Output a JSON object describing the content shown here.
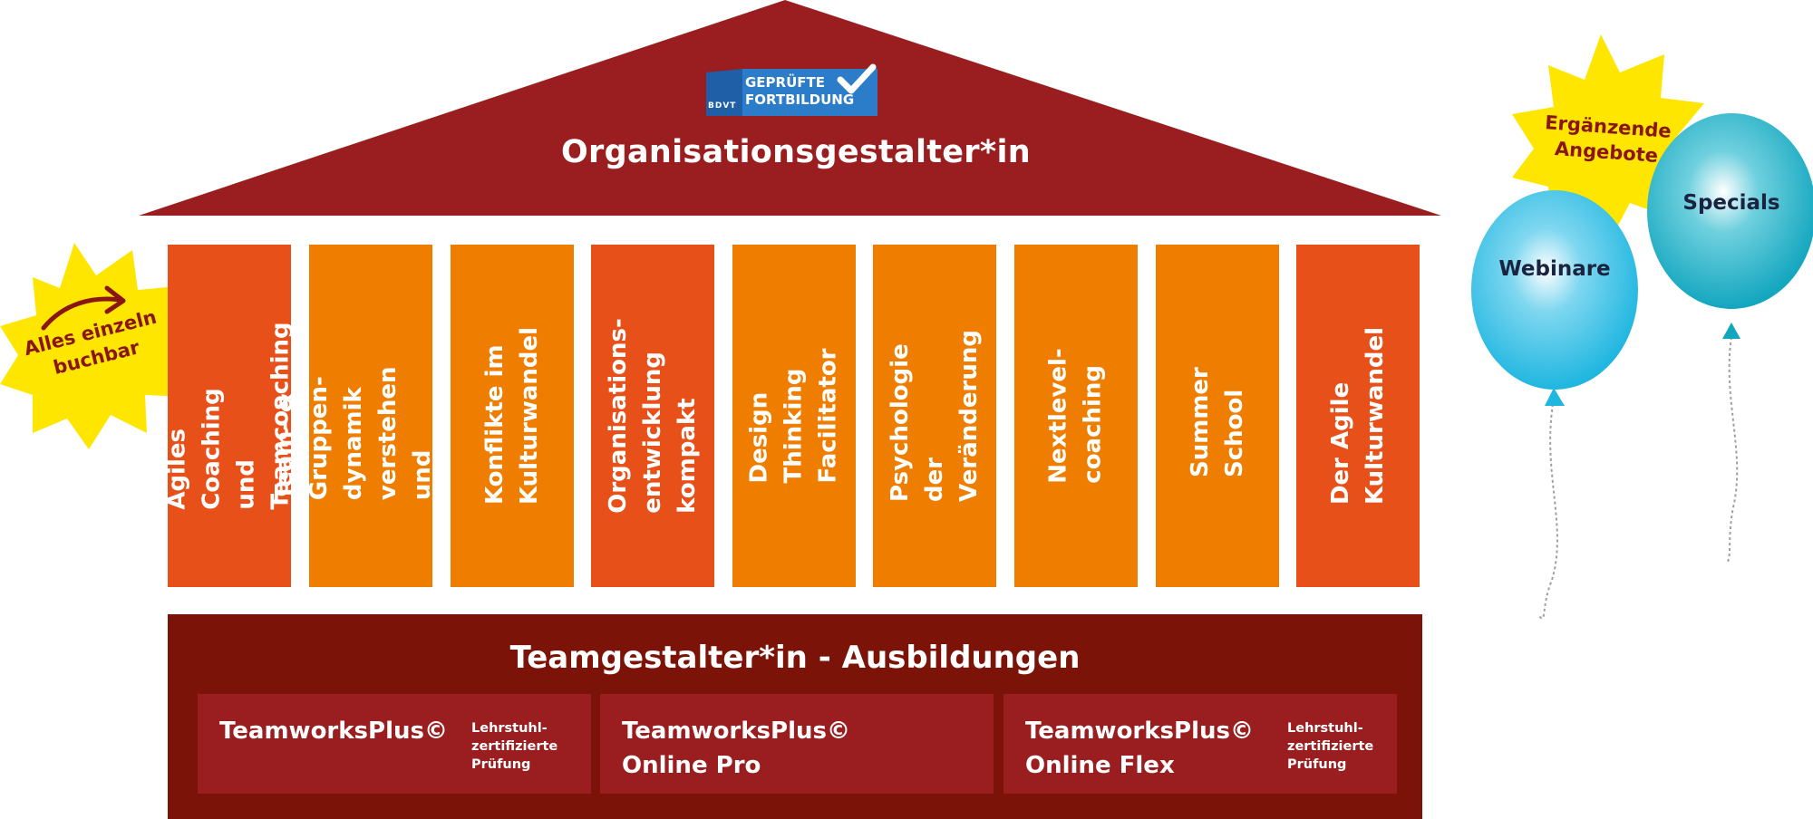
{
  "roof": {
    "title": "Organisationsgestalter*in"
  },
  "badge": {
    "line1": "GEPRÜFTE",
    "line2": "FORTBILDUNG",
    "brand": "BDVT"
  },
  "pillars": [
    {
      "label": "Agiles Coaching\nund Teamcoaching",
      "color": "#e8501a"
    },
    {
      "label": "Team- & Gruppen-\ndynamik verstehen\nund beeinflussen",
      "color": "#ef7d00"
    },
    {
      "label": "Konflikte im\nKulturwandel",
      "color": "#ef7d00"
    },
    {
      "label": "Organisations-\nentwicklung kompakt",
      "color": "#e8501a"
    },
    {
      "label": "Design Thinking\nFacilitator",
      "color": "#ef7d00"
    },
    {
      "label": "Psychologie der\nVeränderung",
      "color": "#ef7d00"
    },
    {
      "label": "Nextlevel-\ncoaching",
      "color": "#ef7d00"
    },
    {
      "label": "Summer School",
      "color": "#ef7d00"
    },
    {
      "label": "Der Agile\nKulturwandel",
      "color": "#e8501a"
    }
  ],
  "starburst_left": {
    "text": "Alles einzeln\nbuchbar"
  },
  "starburst_right": {
    "text": "Ergänzende\nAngebote"
  },
  "base": {
    "title": "Teamgestalter*in - Ausbildungen",
    "programs": [
      {
        "name": "TeamworksPlus©",
        "note": "Lehrstuhl-\nzertifizierte\nPrüfung"
      },
      {
        "name": "TeamworksPlus©\nOnline Pro",
        "note": ""
      },
      {
        "name": "TeamworksPlus©\nOnline Flex",
        "note": "Lehrstuhl-\nzertifizierte\nPrüfung"
      }
    ]
  },
  "balloons": [
    {
      "label": "Webinare",
      "color": "#1fb6e0"
    },
    {
      "label": "Specials",
      "color": "#12a6bf"
    }
  ],
  "colors": {
    "roof": "#9a1e1f",
    "base": "#7c1309",
    "program": "#9a1e1f",
    "star": "#ffe600",
    "badge": "#2b7cc9"
  }
}
